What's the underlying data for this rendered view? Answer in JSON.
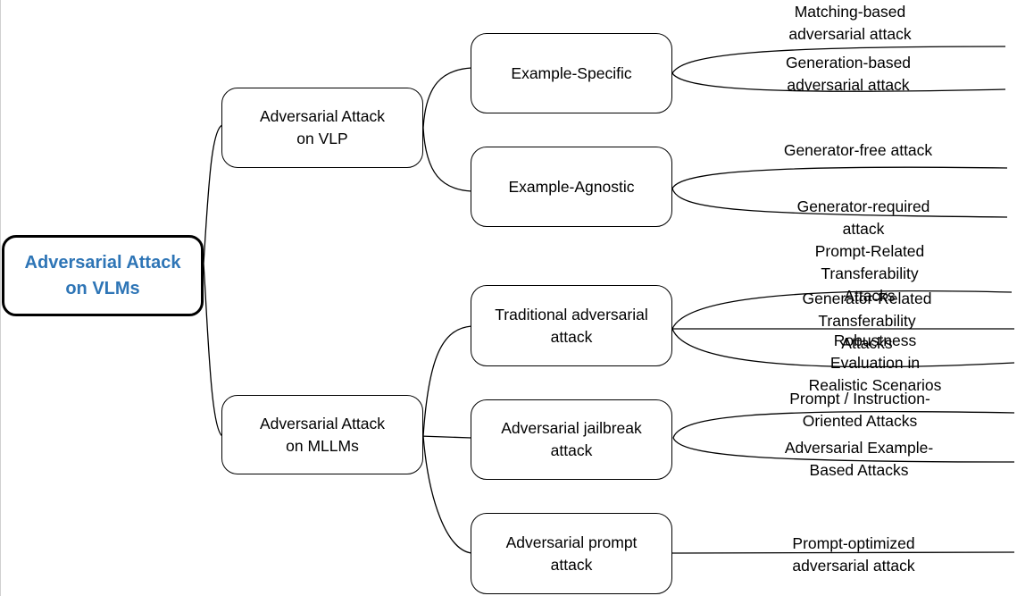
{
  "root": {
    "label": "Adversarial Attack\non VLMs",
    "color": "#2e75b6"
  },
  "level1": [
    {
      "label": "Adversarial Attack\non VLP"
    },
    {
      "label": "Adversarial Attack\non MLLMs"
    }
  ],
  "level2": [
    {
      "label": "Example-Specific"
    },
    {
      "label": "Example-Agnostic"
    },
    {
      "label": "Traditional adversarial\nattack"
    },
    {
      "label": "Adversarial jailbreak\nattack"
    },
    {
      "label": "Adversarial prompt\nattack"
    }
  ],
  "leaves": [
    {
      "label": "Matching-based\nadversarial attack"
    },
    {
      "label": "Generation-based\nadversarial attack"
    },
    {
      "label": "Generator-free attack"
    },
    {
      "label": "Generator-required attack"
    },
    {
      "label": "Prompt-Related\nTransferability Attacks"
    },
    {
      "label": "Generator-Related\nTransferability Attacks"
    },
    {
      "label": "Robustness Evaluation in\nRealistic Scenarios"
    },
    {
      "label": "Prompt / Instruction-Oriented Attacks"
    },
    {
      "label": "Adversarial Example-Based Attacks"
    },
    {
      "label": "Prompt-optimized adversarial attack"
    }
  ]
}
